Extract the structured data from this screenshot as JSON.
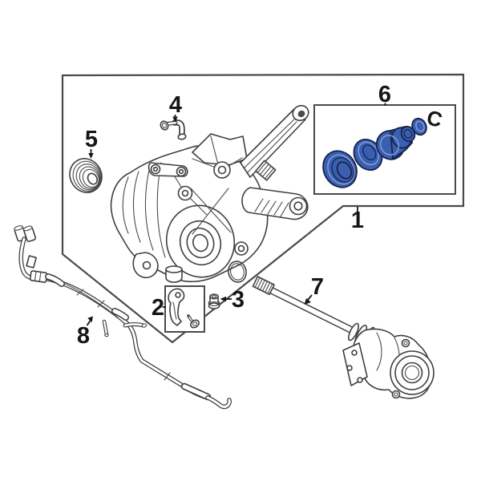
{
  "figure": {
    "callouts": [
      {
        "label": "1"
      },
      {
        "label": "2"
      },
      {
        "label": "3"
      },
      {
        "label": "4"
      },
      {
        "label": "5"
      },
      {
        "label": "6"
      },
      {
        "label": "7"
      },
      {
        "label": "8"
      },
      {
        "label": "C"
      }
    ],
    "colors": {
      "background": "#ffffff",
      "line_art": "#3f3f3f",
      "border": "#4a4a4a",
      "label_text": "#161616",
      "highlight_part_fill": "#3b5fb0",
      "highlight_part_outline": "#14234d",
      "highlight_part_light": "#7e9ad8"
    }
  }
}
